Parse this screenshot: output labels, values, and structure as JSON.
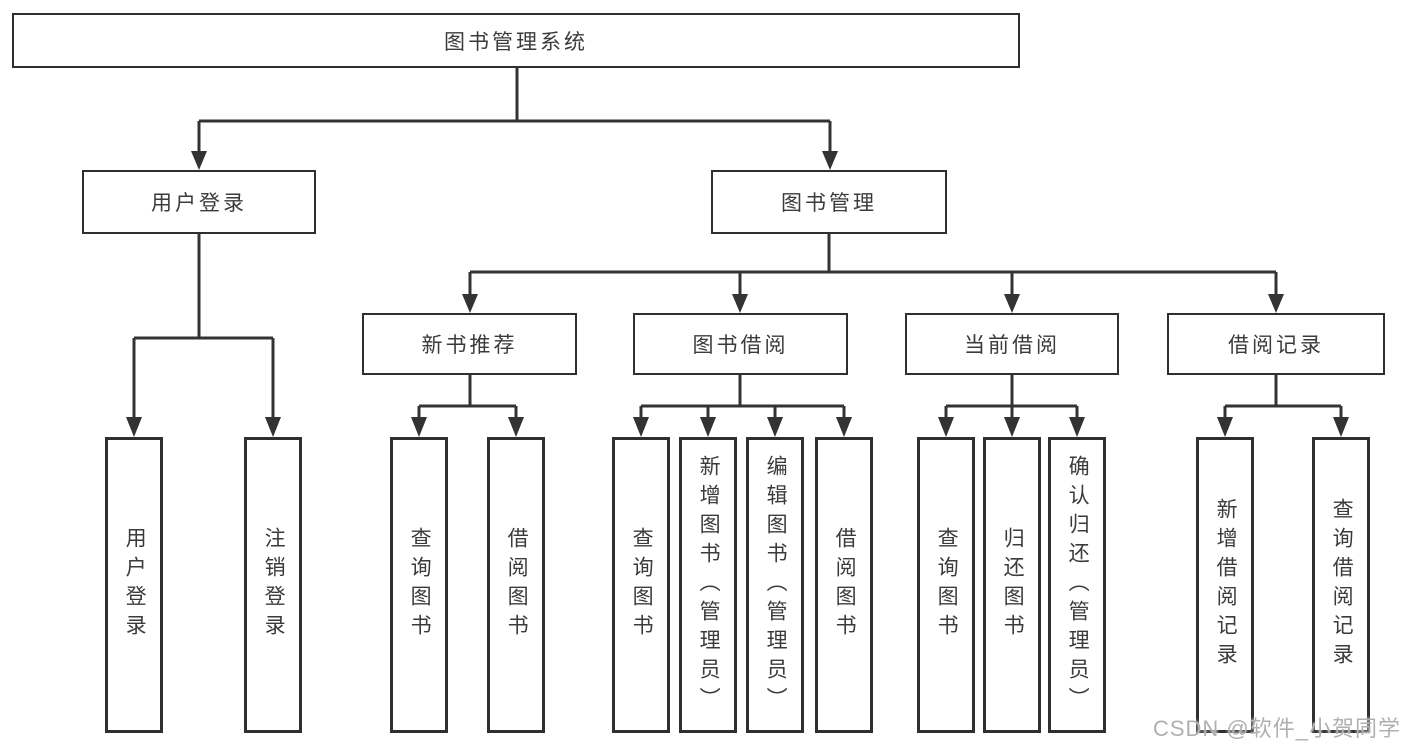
{
  "diagram": {
    "root": "图书管理系统",
    "children": [
      {
        "label": "用户登录",
        "children": [
          {
            "label": "用户登录"
          },
          {
            "label": "注销登录"
          }
        ]
      },
      {
        "label": "图书管理",
        "children": [
          {
            "label": "新书推荐",
            "children": [
              {
                "label": "查询图书"
              },
              {
                "label": "借阅图书"
              }
            ]
          },
          {
            "label": "图书借阅",
            "children": [
              {
                "label": "查询图书"
              },
              {
                "label": "新增图书（管理员）"
              },
              {
                "label": "编辑图书（管理员）"
              },
              {
                "label": "借阅图书"
              }
            ]
          },
          {
            "label": "当前借阅",
            "children": [
              {
                "label": "查询图书"
              },
              {
                "label": "归还图书"
              },
              {
                "label": "确认归还（管理员）"
              }
            ]
          },
          {
            "label": "借阅记录",
            "children": [
              {
                "label": "新增借阅记录"
              },
              {
                "label": "查询借阅记录"
              }
            ]
          }
        ]
      }
    ]
  },
  "watermark": {
    "text": "CSDN @软件_小贺同学"
  },
  "colors": {
    "line": "#333333",
    "box_border": "#2f2f2f",
    "text": "#3b3b3b",
    "background": "#ffffff",
    "watermark": "#b0b0b0"
  }
}
